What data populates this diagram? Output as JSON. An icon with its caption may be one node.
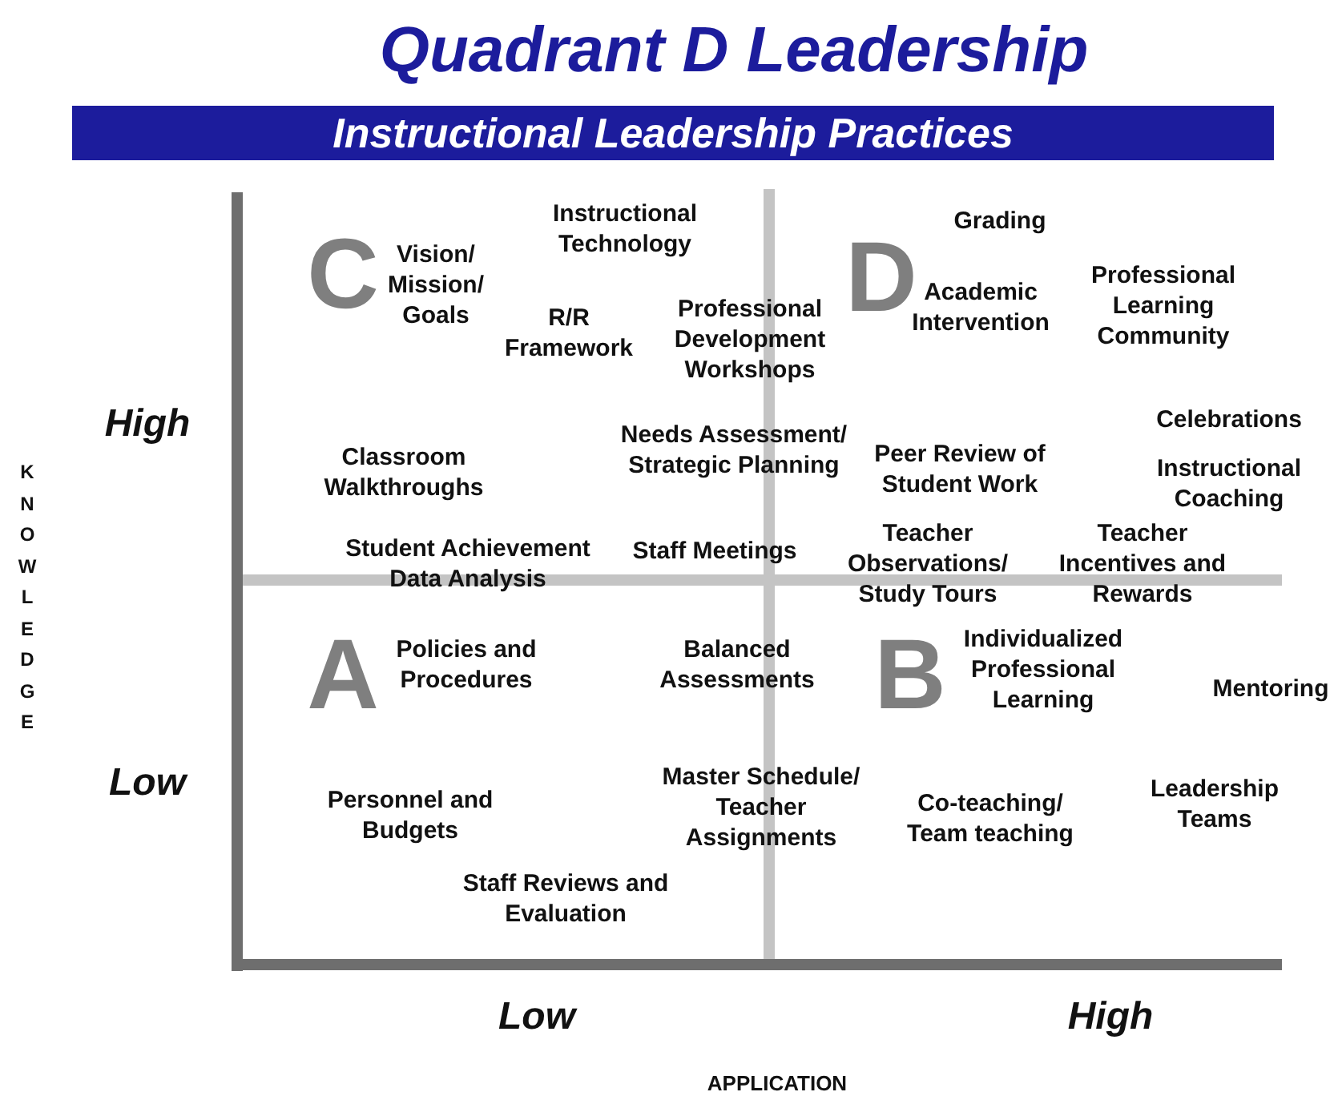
{
  "diagram": {
    "title": "Quadrant D Leadership",
    "labels": [
      "Instructional Leadership Practices",
      "Instructional Technology",
      "Grading",
      "C",
      "Vision/ Mission/ Goals",
      "D",
      "Academic Intervention",
      "Professional Learning Community",
      "R/R Framework",
      "Professional Development Workshops",
      "High",
      "Celebrations",
      "Needs Assessment/ Strategic Planning",
      "Classroom Walkthroughs",
      "Peer Review of Student Work",
      "Instructional Coaching",
      "KNOWLEDGE",
      "Student Achievement Data Analysis",
      "Staff Meetings",
      "Teacher Observations/ Study Tours",
      "Teacher Incentives and Rewards",
      "A",
      "Policies and Procedures",
      "Balanced Assessments",
      "B",
      "Individualized Professional Learning",
      "Mentoring",
      "Low",
      "Personnel and Budgets",
      "Master Schedule/ Teacher Assignments",
      "Co-teaching/ Team teaching",
      "Leadership Teams",
      "Staff Reviews and Evaluation",
      "Low",
      "High",
      "APPLICATION"
    ]
  }
}
